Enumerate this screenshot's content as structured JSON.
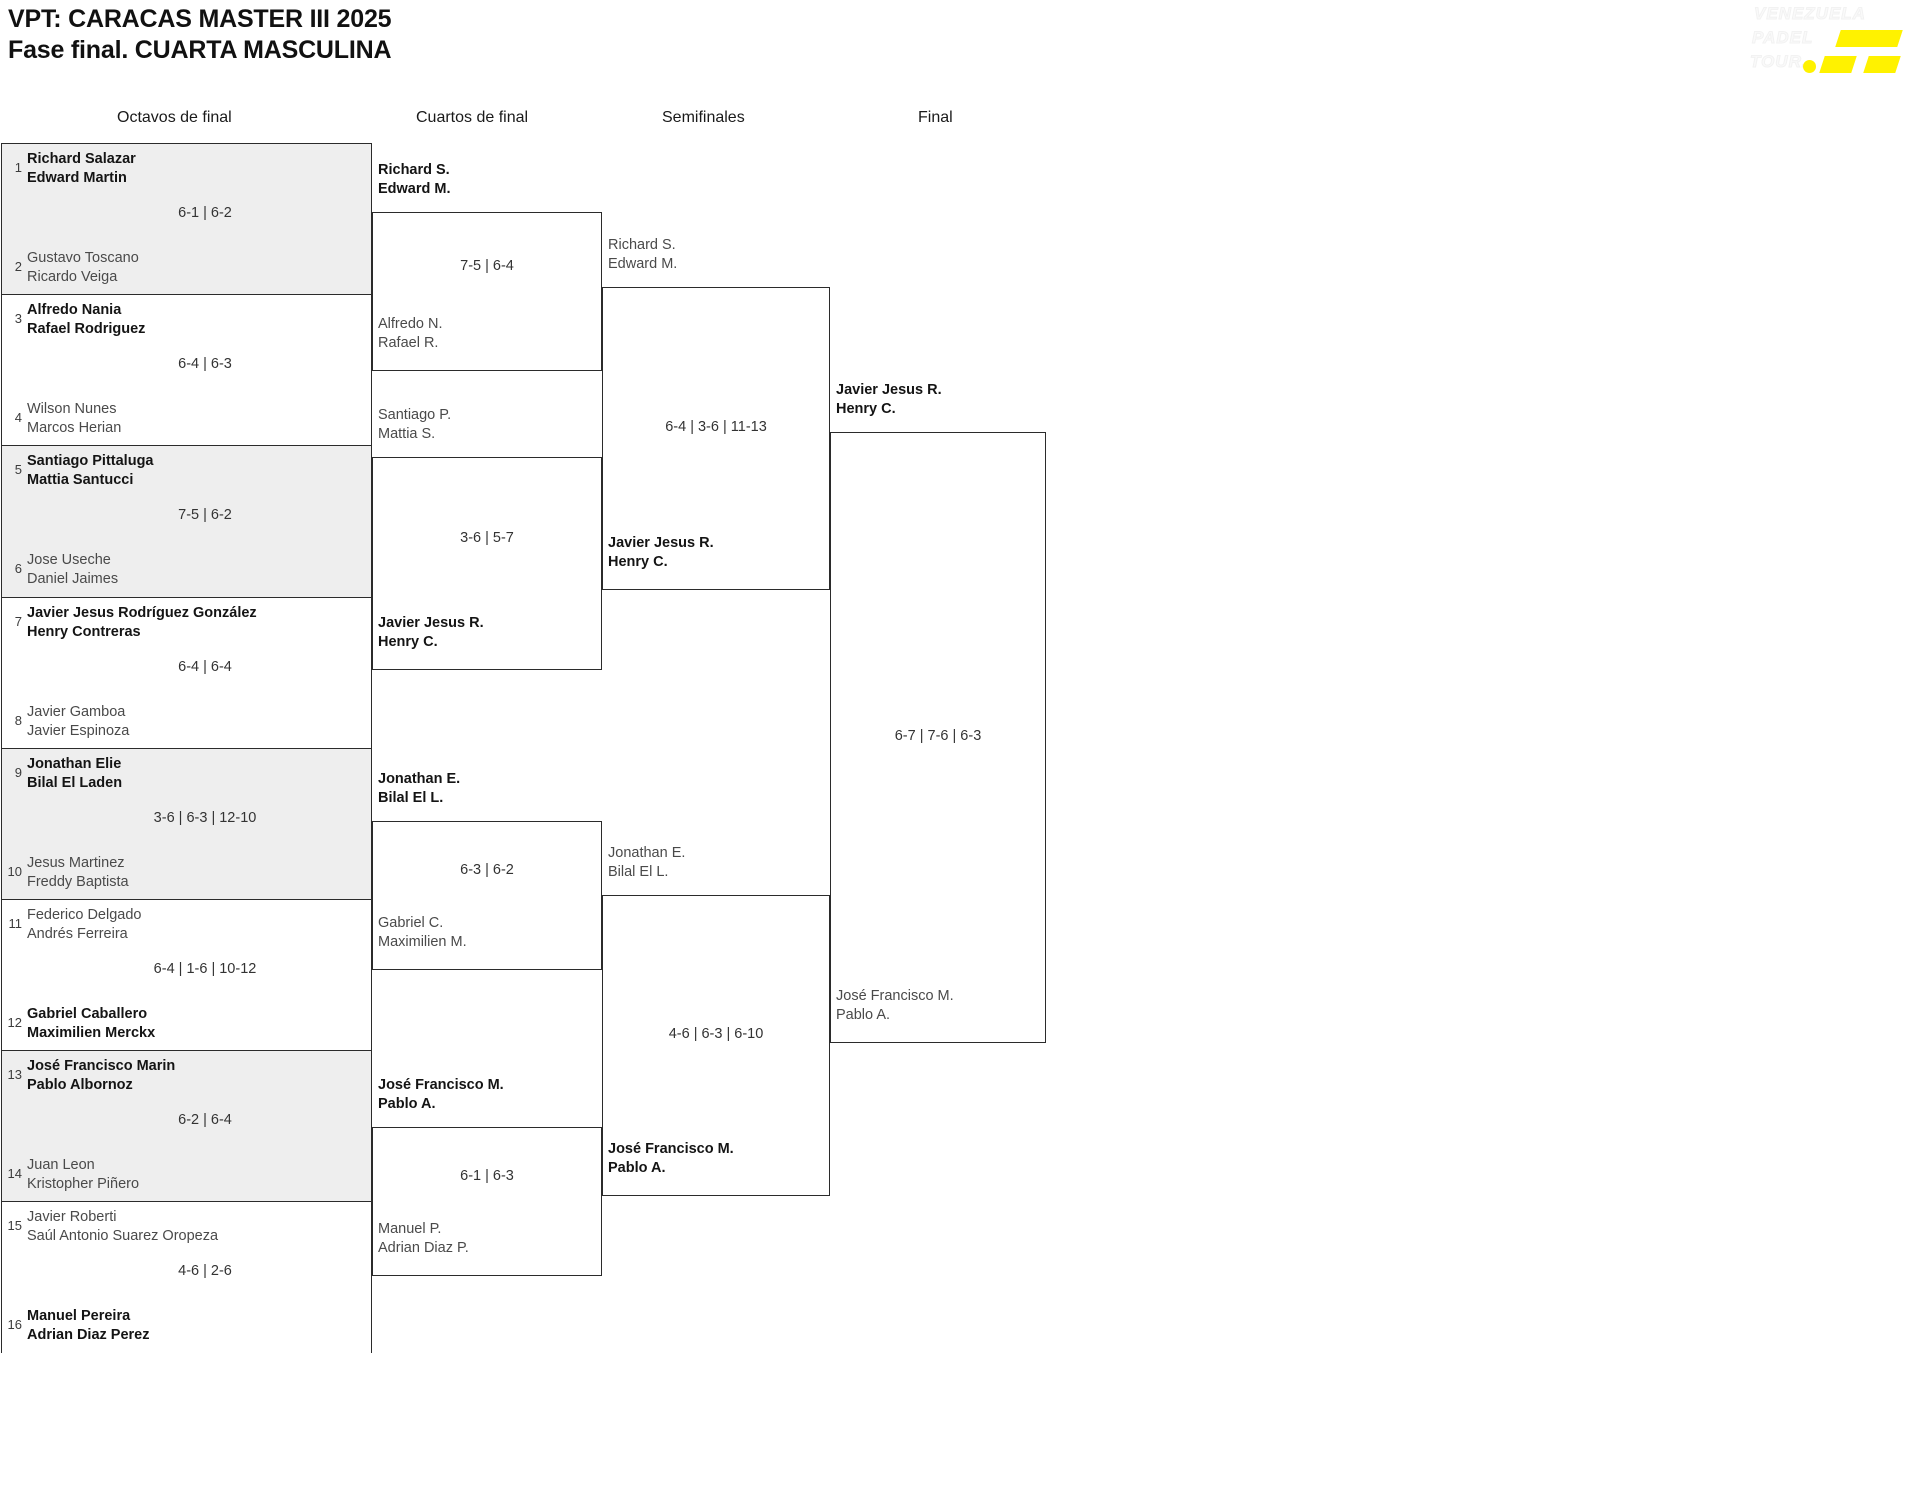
{
  "header": {
    "title_line1": "VPT: CARACAS MASTER III 2025",
    "title_line2": "Fase final. CUARTA MASCULINA"
  },
  "logo": {
    "line1": "VENEZUELA",
    "line2": "PADEL",
    "line3": "TOUR.",
    "yellow": "#fff200"
  },
  "colors": {
    "band_shaded": "#eeeeee",
    "border": "#2b2b2b",
    "winner_text": "#141414",
    "loser_text": "#4a4a4a"
  },
  "round_headers": [
    "Octavos de final",
    "Cuartos de final",
    "Semifinales",
    "Final"
  ],
  "bracket": {
    "round1": [
      {
        "seed_top": "1",
        "top_p1": "Richard Salazar",
        "top_p2": "Edward Martin",
        "top_winner": true,
        "score": "6-1 | 6-2",
        "seed_bottom": "2",
        "bottom_p1": "Gustavo Toscano",
        "bottom_p2": "Ricardo Veiga",
        "bottom_winner": false
      },
      {
        "seed_top": "3",
        "top_p1": "Alfredo Nania",
        "top_p2": "Rafael Rodriguez",
        "top_winner": true,
        "score": "6-4 | 6-3",
        "seed_bottom": "4",
        "bottom_p1": "Wilson Nunes",
        "bottom_p2": "Marcos Herian",
        "bottom_winner": false
      },
      {
        "seed_top": "5",
        "top_p1": "Santiago Pittaluga",
        "top_p2": "Mattia Santucci",
        "top_winner": true,
        "score": "7-5 | 6-2",
        "seed_bottom": "6",
        "bottom_p1": "Jose Useche",
        "bottom_p2": "Daniel Jaimes",
        "bottom_winner": false
      },
      {
        "seed_top": "7",
        "top_p1": "Javier Jesus Rodríguez González",
        "top_p2": "Henry Contreras",
        "top_winner": true,
        "score": "6-4 | 6-4",
        "seed_bottom": "8",
        "bottom_p1": "Javier Gamboa",
        "bottom_p2": "Javier Espinoza",
        "bottom_winner": false
      },
      {
        "seed_top": "9",
        "top_p1": "Jonathan Elie",
        "top_p2": "Bilal El Laden",
        "top_winner": true,
        "score": "3-6 | 6-3 | 12-10",
        "seed_bottom": "10",
        "bottom_p1": "Jesus Martinez",
        "bottom_p2": "Freddy Baptista",
        "bottom_winner": false
      },
      {
        "seed_top": "11",
        "top_p1": "Federico Delgado",
        "top_p2": "Andrés Ferreira",
        "top_winner": false,
        "score": "6-4 | 1-6 | 10-12",
        "seed_bottom": "12",
        "bottom_p1": "Gabriel Caballero",
        "bottom_p2": "Maximilien Merckx",
        "bottom_winner": true
      },
      {
        "seed_top": "13",
        "top_p1": "José Francisco Marin",
        "top_p2": "Pablo Albornoz",
        "top_winner": true,
        "score": "6-2 | 6-4",
        "seed_bottom": "14",
        "bottom_p1": "Juan Leon",
        "bottom_p2": "Kristopher Piñero",
        "bottom_winner": false
      },
      {
        "seed_top": "15",
        "top_p1": "Javier Roberti",
        "top_p2": "Saúl Antonio Suarez Oropeza",
        "top_winner": false,
        "score": "4-6 | 2-6",
        "seed_bottom": "16",
        "bottom_p1": "Manuel Pereira",
        "bottom_p2": "Adrian Diaz Perez",
        "bottom_winner": true
      }
    ],
    "round2": [
      {
        "top_p1": "Richard S.",
        "top_p2": "Edward M.",
        "top_winner": true,
        "score": "7-5 | 6-4",
        "bottom_p1": "Alfredo N.",
        "bottom_p2": "Rafael R.",
        "bottom_winner": false
      },
      {
        "top_p1": "Santiago P.",
        "top_p2": "Mattia S.",
        "top_winner": false,
        "score": "3-6 | 5-7",
        "bottom_p1": "Javier Jesus R.",
        "bottom_p2": "Henry C.",
        "bottom_winner": true
      },
      {
        "top_p1": "Jonathan E.",
        "top_p2": "Bilal El L.",
        "top_winner": true,
        "score": "6-3 | 6-2",
        "bottom_p1": "Gabriel C.",
        "bottom_p2": "Maximilien M.",
        "bottom_winner": false
      },
      {
        "top_p1": "José Francisco M.",
        "top_p2": "Pablo A.",
        "top_winner": true,
        "score": "6-1 | 6-3",
        "bottom_p1": "Manuel P.",
        "bottom_p2": "Adrian Diaz P.",
        "bottom_winner": false
      }
    ],
    "round3": [
      {
        "top_p1": "Richard S.",
        "top_p2": "Edward M.",
        "top_winner": false,
        "score": "6-4 | 3-6 | 11-13",
        "bottom_p1": "Javier Jesus R.",
        "bottom_p2": "Henry C.",
        "bottom_winner": true
      },
      {
        "top_p1": "Jonathan E.",
        "top_p2": "Bilal El L.",
        "top_winner": false,
        "score": "4-6 | 6-3 | 6-10",
        "bottom_p1": "José Francisco M.",
        "bottom_p2": "Pablo A.",
        "bottom_winner": true
      }
    ],
    "round4": [
      {
        "top_p1": "Javier Jesus R.",
        "top_p2": "Henry C.",
        "top_winner": true,
        "score": "6-7 | 7-6 | 6-3",
        "bottom_p1": "José Francisco M.",
        "bottom_p2": "Pablo A.",
        "bottom_winner": false
      }
    ]
  }
}
